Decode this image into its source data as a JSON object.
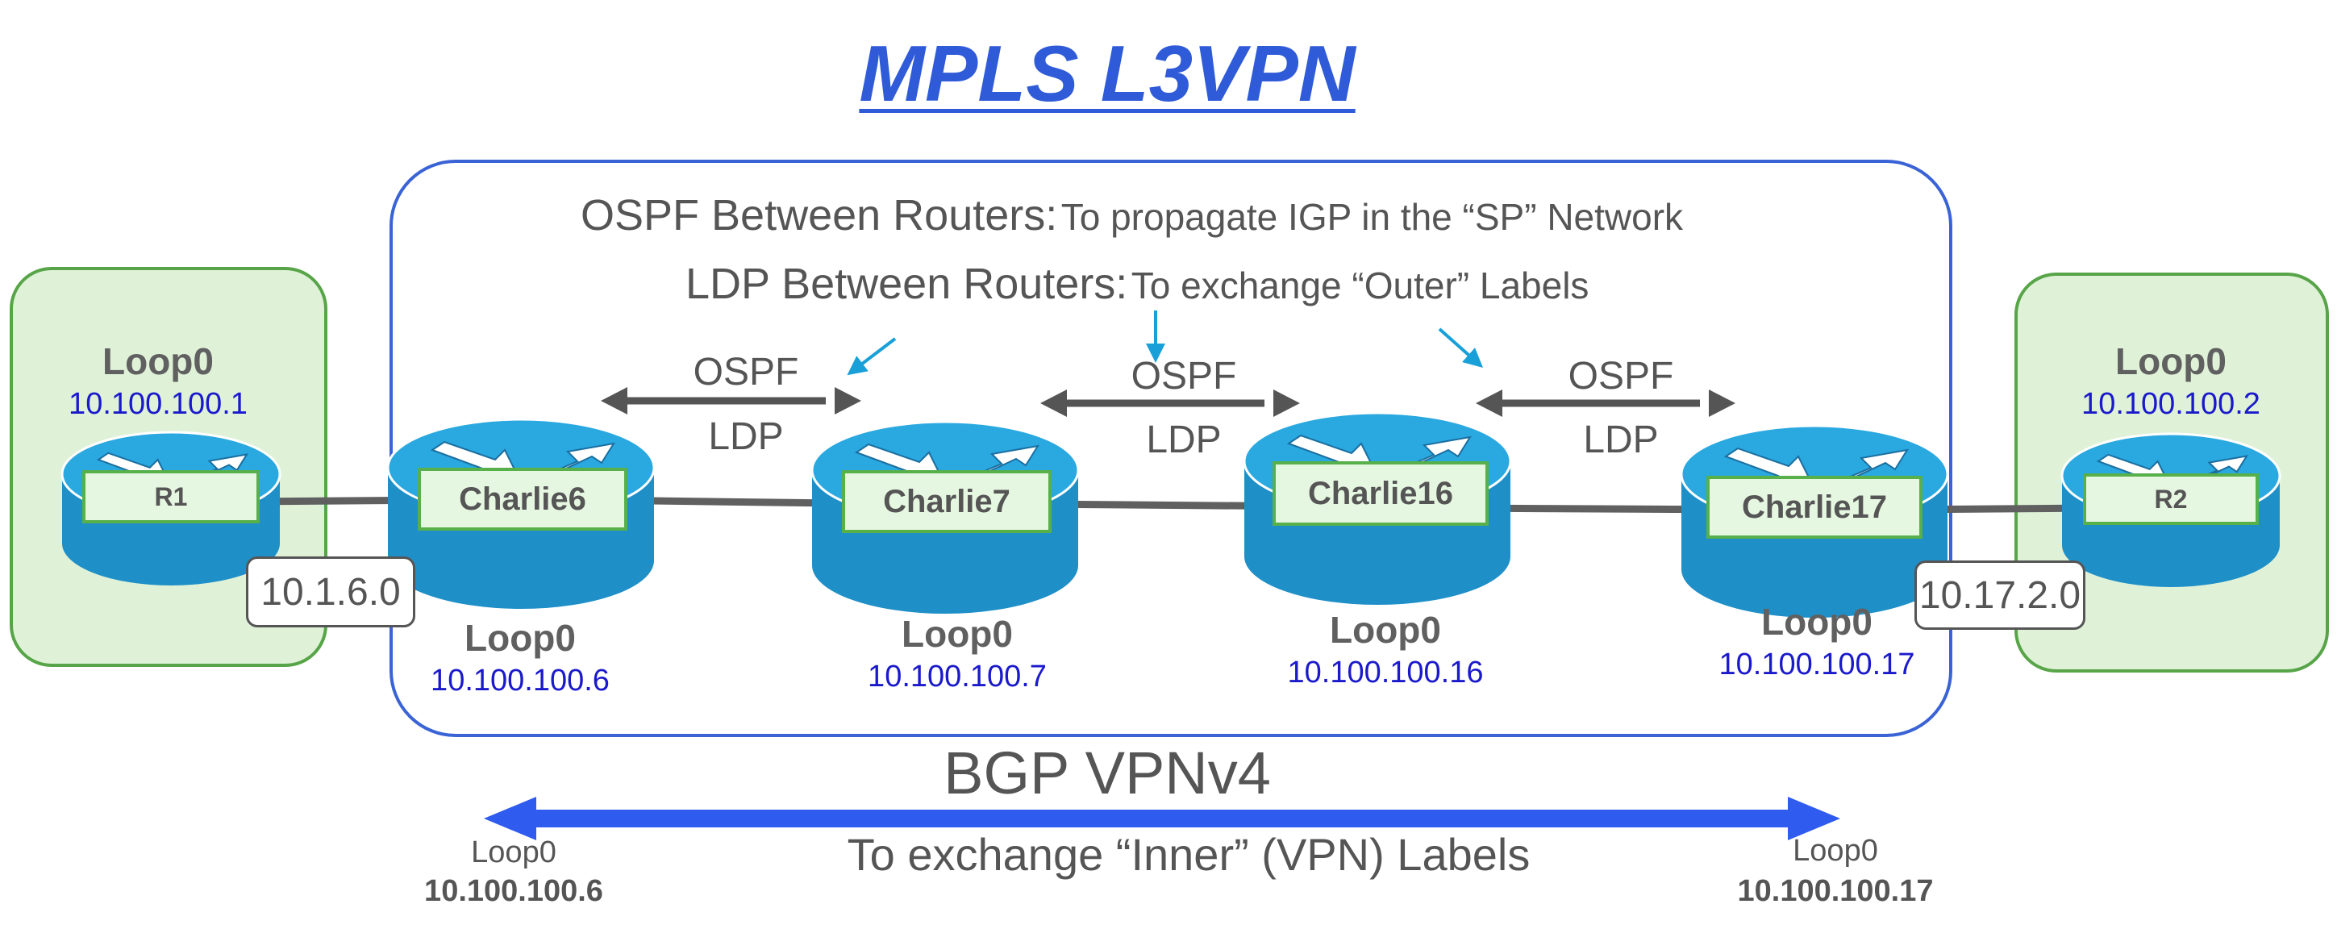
{
  "title": "MPLS L3VPN",
  "header": {
    "ospf_main": "OSPF Between Routers:",
    "ospf_sub": "To propagate IGP in the “SP” Network",
    "ldp_main": "LDP Between Routers:",
    "ldp_sub": "To exchange “Outer” Labels"
  },
  "links": [
    {
      "proto1": "OSPF",
      "proto2": "LDP"
    },
    {
      "proto1": "OSPF",
      "proto2": "LDP"
    },
    {
      "proto1": "OSPF",
      "proto2": "LDP"
    }
  ],
  "routers": {
    "r1": {
      "name": "R1",
      "loop_label": "Loop0",
      "loop_ip": "10.100.100.1"
    },
    "charlie6": {
      "name": "Charlie6",
      "loop_label": "Loop0",
      "loop_ip": "10.100.100.6"
    },
    "charlie7": {
      "name": "Charlie7",
      "loop_label": "Loop0",
      "loop_ip": "10.100.100.7"
    },
    "charlie16": {
      "name": "Charlie16",
      "loop_label": "Loop0",
      "loop_ip": "10.100.100.16"
    },
    "charlie17": {
      "name": "Charlie17",
      "loop_label": "Loop0",
      "loop_ip": "10.100.100.17"
    },
    "r2": {
      "name": "R2",
      "loop_label": "Loop0",
      "loop_ip": "10.100.100.2"
    }
  },
  "edge_links": {
    "left": "10.1.6.0",
    "right": "10.17.2.0"
  },
  "bgp": {
    "title": "BGP VPNv4",
    "subtitle": "To exchange “Inner” (VPN) Labels",
    "left_loop": "Loop0",
    "left_ip": "10.100.100.6",
    "right_loop": "Loop0",
    "right_ip": "10.100.100.17"
  },
  "colors": {
    "title": "#2f5bd8",
    "sp_border": "#3a63d6",
    "ce_fill": "#dff2d8",
    "ce_border": "#57a548",
    "router_body": "#1f8fc8",
    "router_top": "#2aa8e0",
    "loop_ip": "#1a1acc",
    "bgp_arrow": "#2f5bef",
    "pointer_arrow": "#1aa0d8",
    "link_gray": "#555555"
  }
}
